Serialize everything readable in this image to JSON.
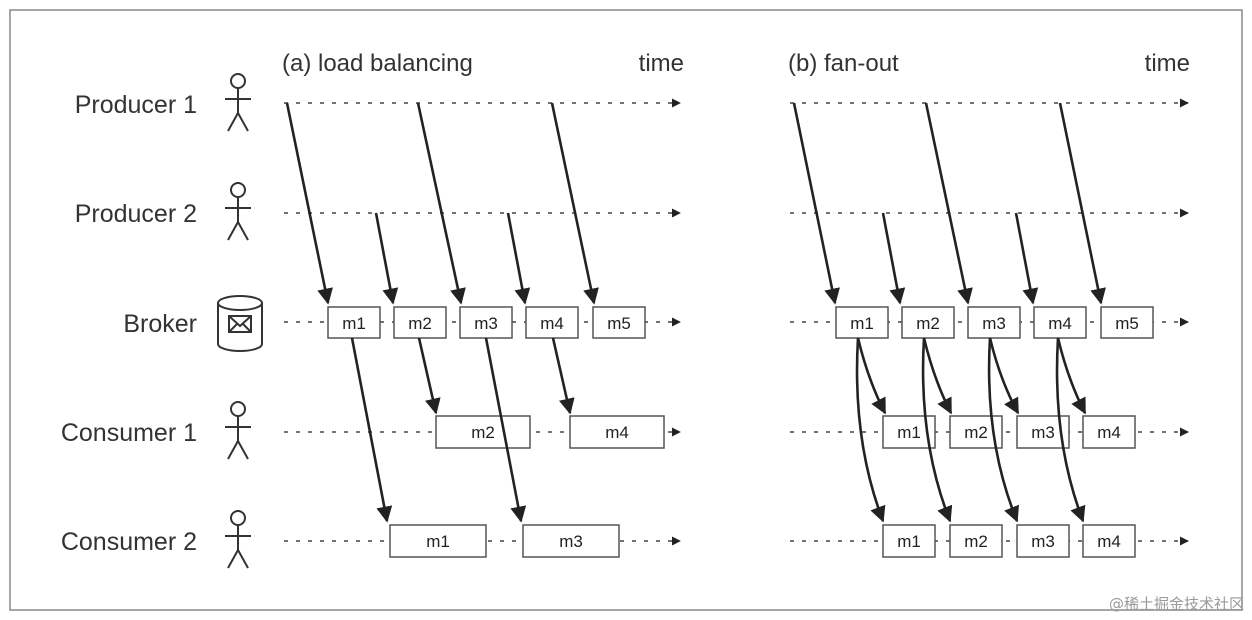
{
  "labels": {
    "producer1": "Producer 1",
    "producer2": "Producer 2",
    "broker": "Broker",
    "consumer1": "Consumer 1",
    "consumer2": "Consumer 2"
  },
  "panel_a": {
    "title": "(a) load balancing",
    "time": "time"
  },
  "panel_b": {
    "title": "(b) fan-out",
    "time": "time"
  },
  "messages": {
    "m1": "m1",
    "m2": "m2",
    "m3": "m3",
    "m4": "m4",
    "m5": "m5"
  },
  "watermark": "@稀土掘金技术社区",
  "colors": {
    "line": "#222222",
    "box_border": "#555555",
    "frame": "#888888"
  }
}
